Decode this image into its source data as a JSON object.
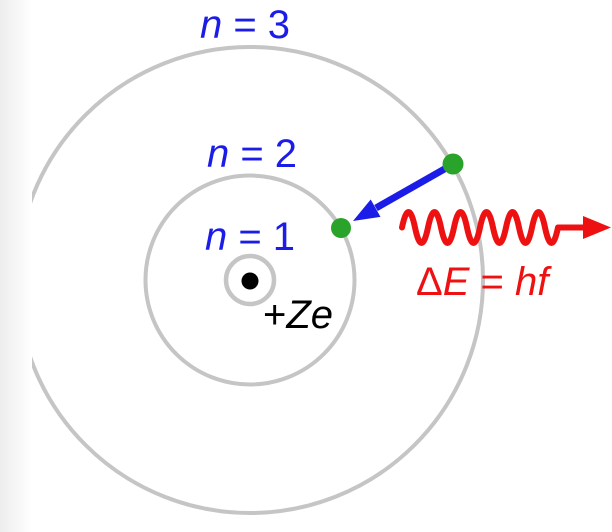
{
  "colors": {
    "edge_gradient": "#ededed",
    "orbit_gray": "#c5c5c5",
    "label_blue": "#1c1ce8",
    "arrow_blue": "#1c1ce8",
    "photon_red": "#ee1111",
    "electron_green": "#2aa32a",
    "nucleus_black": "#000000"
  },
  "diagram": {
    "orbit_labels": [
      {
        "variable": "n",
        "equals": " = ",
        "value": "1"
      },
      {
        "variable": "n",
        "equals": " = ",
        "value": "2"
      },
      {
        "variable": "n",
        "equals": " = ",
        "value": "3"
      }
    ],
    "nucleus_label": {
      "sign": "+",
      "symbol": "Ze"
    },
    "photon_label": {
      "delta": "Δ",
      "energy": "E",
      "equals": " = ",
      "expression": "hf"
    }
  }
}
